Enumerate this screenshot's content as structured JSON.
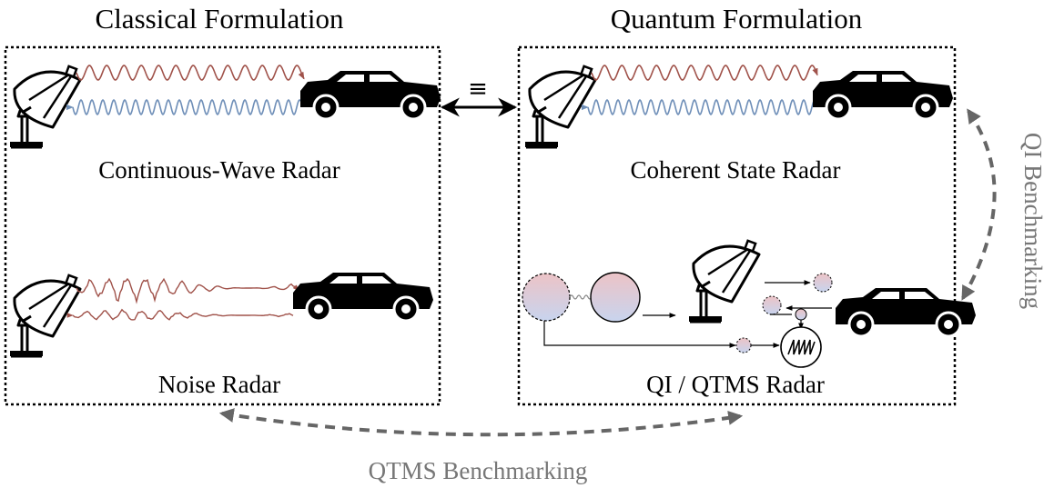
{
  "titles": {
    "classical": "Classical Formulation",
    "quantum": "Quantum Formulation"
  },
  "captions": {
    "continuous_wave": "Continuous-Wave Radar",
    "noise": "Noise Radar",
    "coherent_state": "Coherent State Radar",
    "qi_qtms": "QI / QTMS Radar"
  },
  "connectors": {
    "equivalence_symbol": "≡",
    "qi_benchmarking": "QI Benchmarking",
    "qtms_benchmarking": "QTMS Benchmarking"
  },
  "colors": {
    "transmit_wave": "#a0524a",
    "return_wave": "#6f8fb8",
    "benchmark_arrow": "#666666",
    "benchmark_text": "#777777",
    "mode_gradient_top": "#e9c2c7",
    "mode_gradient_bottom": "#c9d3ec"
  }
}
